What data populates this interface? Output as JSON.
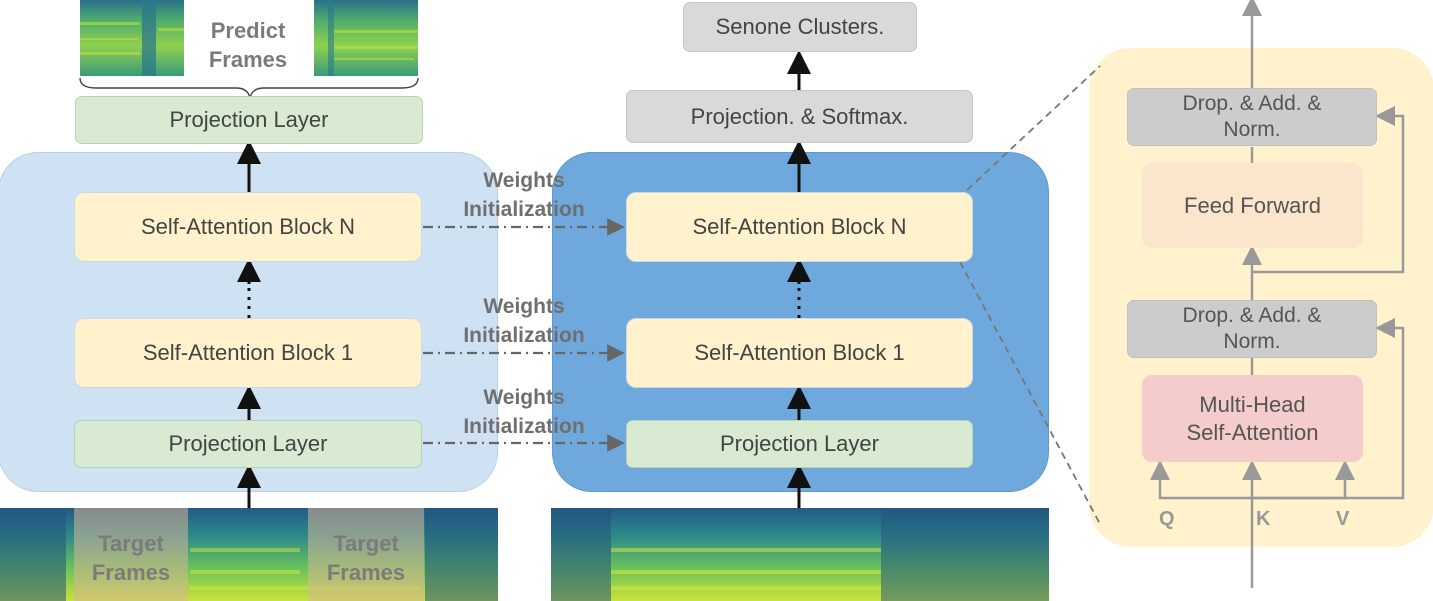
{
  "pretrain": {
    "predict_label": "Predict\nFrames",
    "projection_top": "Projection Layer",
    "block_n": "Self-Attention Block N",
    "block_1": "Self-Attention Block 1",
    "projection_bottom": "Projection Layer",
    "target_frames": [
      "Target\nFrames",
      "Target\nFrames"
    ]
  },
  "finetune": {
    "output": "Senone Clusters.",
    "softmax": "Projection. & Softmax.",
    "block_n": "Self-Attention Block N",
    "block_1": "Self-Attention Block 1",
    "projection": "Projection Layer"
  },
  "transfer_labels": [
    "Weights\nInitialization",
    "Weights\nInitialization",
    "Weights\nInitialization"
  ],
  "detail": {
    "drop_add_norm_top": "Drop. & Add. &\nNorm.",
    "feed_forward": "Feed Forward",
    "drop_add_norm_bottom": "Drop. & Add. &\nNorm.",
    "multi_head": "Multi-Head\nSelf-Attention",
    "q": "Q",
    "k": "K",
    "v": "V"
  },
  "colors": {
    "panel_light": "#cfe2f3",
    "panel_dark": "#6fa8dc",
    "panel_detail": "#fff2cc",
    "projection": "#d9ead3",
    "block": "#fff2cc",
    "feed_forward": "#fce5cd",
    "multi_head": "#f4cccc",
    "grey_box": "#d9d9d9"
  }
}
